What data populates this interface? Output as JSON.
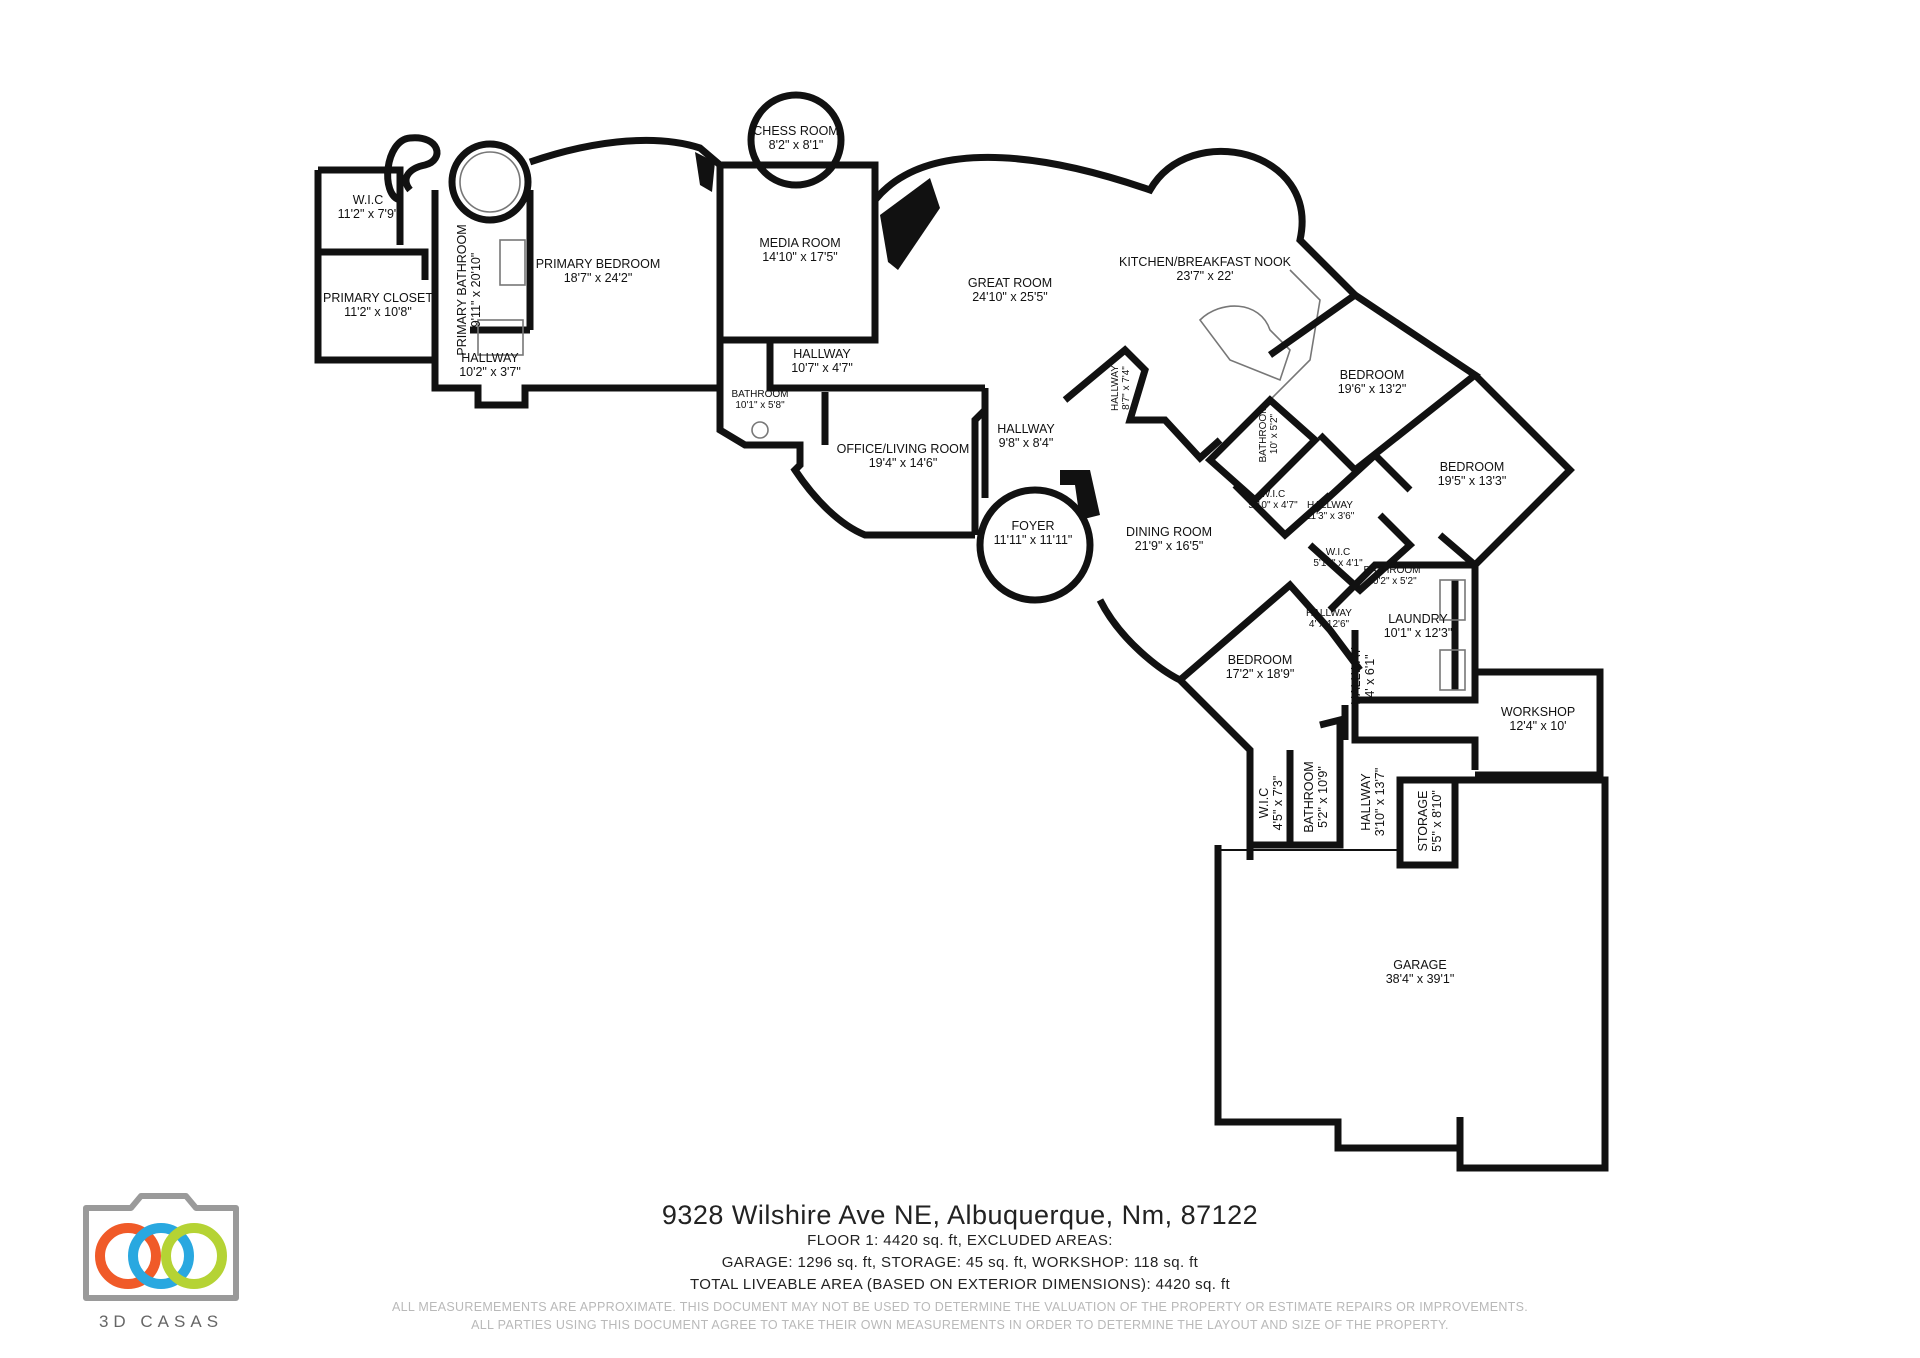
{
  "rooms": [
    {
      "name": "W.I.C",
      "dims": "11'2\" x 7'9\""
    },
    {
      "name": "PRIMARY CLOSET",
      "dims": "11'2\" x 10'8\""
    },
    {
      "name": "PRIMARY BATHROOM",
      "dims": "9'11\" x 20'10\""
    },
    {
      "name": "HALLWAY",
      "dims": "10'2\" x 3'7\""
    },
    {
      "name": "PRIMARY BEDROOM",
      "dims": "18'7\" x 24'2\""
    },
    {
      "name": "CHESS ROOM",
      "dims": "8'2\" x 8'1\""
    },
    {
      "name": "MEDIA ROOM",
      "dims": "14'10\" x 17'5\""
    },
    {
      "name": "HALLWAY",
      "dims": "10'7\" x 4'7\""
    },
    {
      "name": "GREAT ROOM",
      "dims": "24'10\" x 25'5\""
    },
    {
      "name": "KITCHEN/BREAKFAST NOOK",
      "dims": "23'7\" x 22'"
    },
    {
      "name": "BATHROOM",
      "dims": "10'1\" x 5'8\""
    },
    {
      "name": "OFFICE/LIVING ROOM",
      "dims": "19'4\" x 14'6\""
    },
    {
      "name": "HALLWAY",
      "dims": "9'8\" x 8'4\""
    },
    {
      "name": "HALLWAY",
      "dims": "8'7\" x 7'4\""
    },
    {
      "name": "FOYER",
      "dims": "11'11\" x 11'11\""
    },
    {
      "name": "DINING ROOM",
      "dims": "21'9\" x 16'5\""
    },
    {
      "name": "BEDROOM",
      "dims": "19'6\" x 13'2\""
    },
    {
      "name": "BATHROOM",
      "dims": "10' x 5'2\""
    },
    {
      "name": "BEDROOM",
      "dims": "19'5\" x 13'3\""
    },
    {
      "name": "W.I.C",
      "dims": "5'10\" x 4'7\""
    },
    {
      "name": "HALLWAY",
      "dims": "11'3\" x 3'6\""
    },
    {
      "name": "W.I.C",
      "dims": "5'10\" x 4'1\""
    },
    {
      "name": "BATHROOM",
      "dims": "10'2\" x 5'2\""
    },
    {
      "name": "HALLWAY",
      "dims": "4' x 12'6\""
    },
    {
      "name": "LAUNDRY",
      "dims": "10'1\" x 12'3\""
    },
    {
      "name": "BEDROOM",
      "dims": "17'2\" x 18'9\""
    },
    {
      "name": "HALLWAY",
      "dims": "4' x 6'1\""
    },
    {
      "name": "WORKSHOP",
      "dims": "12'4\" x 10'"
    },
    {
      "name": "W.I.C",
      "dims": "4'5\" x 7'3\""
    },
    {
      "name": "BATHROOM",
      "dims": "5'2\" x 10'9\""
    },
    {
      "name": "HALLWAY",
      "dims": "3'10\" x 13'7\""
    },
    {
      "name": "STORAGE",
      "dims": "5'5\" x 8'10\""
    },
    {
      "name": "GARAGE",
      "dims": "38'4\" x 39'1\""
    }
  ],
  "footer": {
    "address": "9328 Wilshire Ave NE, Albuquerque, Nm, 87122",
    "line1": "FLOOR 1: 4420 sq. ft, EXCLUDED AREAS:",
    "line2": "GARAGE: 1296 sq. ft, STORAGE: 45 sq. ft, WORKSHOP: 118 sq. ft",
    "line3": "TOTAL LIVEABLE AREA (BASED ON EXTERIOR DIMENSIONS): 4420 sq. ft",
    "disclaimer1": "ALL MEASUREMEMENTS ARE APPROXIMATE. THIS DOCUMENT MAY NOT BE USED TO DETERMINE THE VALUATION OF THE PROPERTY OR ESTIMATE REPAIRS OR IMPROVEMENTS.",
    "disclaimer2": "ALL PARTIES USING THIS DOCUMENT AGREE TO TAKE THEIR OWN MEASUREMENTS IN ORDER TO DETERMINE THE LAYOUT AND SIZE OF THE PROPERTY."
  },
  "logo": {
    "text": "3D CASAS",
    "colors": {
      "orange": "#f05a28",
      "blue": "#29a8e0",
      "green": "#b5d334",
      "frame": "#9a9a9a"
    }
  }
}
